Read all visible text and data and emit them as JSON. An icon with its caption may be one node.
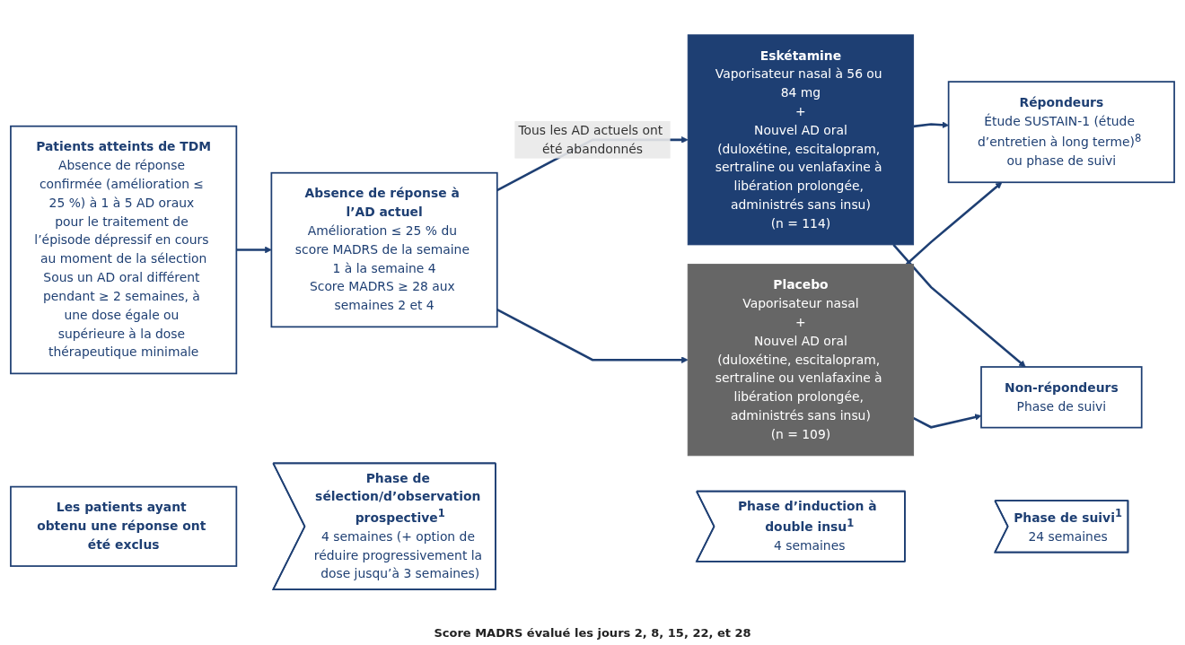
{
  "diagram": {
    "nodes": [
      {
        "text": [
          "Patients atteints de TDM",
          "Absence de réponse confirmée (amélioration ≤ 25 %) à 1 à 5 AD oraux pour le traitement de l’épisode dépressif en cours au moment de la sélection",
          "Sous un AD oral différent pendant ≥ 2 semaines, à une dose égale ou supérieure à la dose thérapeutique minimale"
        ]
      },
      {
        "text": [
          "Absence de réponse à l’AD actuel",
          "Amélioration ≤ 25 % du score MADRS de la semaine 1 à la semaine 4",
          "Score MADRS ≥ 28 aux semaines 2 et 4"
        ]
      },
      {
        "text": [
          "Les patients ayant obtenu une réponse ont été exclus"
        ]
      },
      {
        "text": [
          "Eskétamine",
          "Vaporisateur nasal à 56 ou 84 mg",
          "+",
          "Nouvel AD oral",
          "(duloxétine, escitalopram, sertraline ou venlafaxine à libération prolongée, administrés sans insu)",
          "(n = 114)"
        ]
      },
      {
        "text": [
          "Placebo",
          "Vaporisateur nasal",
          "+",
          "Nouvel AD oral",
          "(duloxétine, escitalopram, sertraline ou venlafaxine à libération prolongée, administrés sans insu)",
          "(n = 109)"
        ]
      },
      {
        "text": [
          "Répondeurs",
          "Étude SUSTAIN-1 (étude d’entretien à long terme)$^{8}$ ou phase de suivi"
        ]
      },
      {
        "text": [
          "Non-répondeurs",
          "Phase de suivi"
        ]
      },
      {
        "text": [
          "Phase de sélection/d’observation prospective$^{1}$",
          "4 semaines (+ option de réduire progressivement la dose jusqu’à 3 semaines)"
        ]
      },
      {
        "text": [
          "Phase d’induction à double insu$^{1}$",
          "4 semaines"
        ]
      },
      {
        "text": [
          "Phase de suivi$^{1}$",
          "24 semaines"
        ]
      }
    ],
    "edges": [
      {
        "from": 0,
        "to": 1,
        "arrow": "to"
      },
      {
        "from": 1,
        "to": 3,
        "arrow": "to",
        "label": "Tous les AD actuels ont été abandonnés"
      },
      {
        "from": 1,
        "to": 4,
        "arrow": "to"
      },
      {
        "from": 3,
        "to": 5,
        "arrow": "to"
      },
      {
        "from": 3,
        "to": 6,
        "arrow": "to"
      },
      {
        "from": 4,
        "to": 5,
        "arrow": "to"
      },
      {
        "from": 4,
        "to": 6,
        "arrow": "to"
      }
    ],
    "labels": [
      "Score MADRS évalué les jours 2, 8, 15, 22, et 28"
    ]
  }
}
